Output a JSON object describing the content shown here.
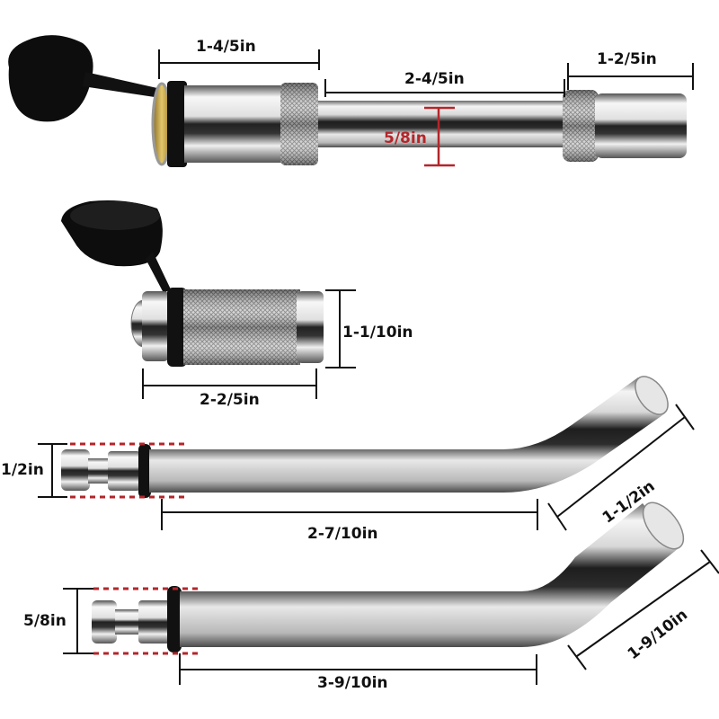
{
  "diagram": {
    "subject": "Hitch pin lock set dimensions",
    "items": [
      {
        "id": "receiver-lock",
        "dimensions": {
          "lock_body_length": "1-4/5in",
          "pin_length": "2-4/5in",
          "end_cap_length": "1-2/5in",
          "pin_diameter": "5/8in"
        }
      },
      {
        "id": "barrel-lock",
        "dimensions": {
          "diameter": "1-1/10in",
          "length": "2-2/5in"
        }
      },
      {
        "id": "bent-pin-small",
        "dimensions": {
          "diameter": "1/2in",
          "straight_length": "2-7/10in",
          "bent_length": "1-1/2in"
        }
      },
      {
        "id": "bent-pin-large",
        "dimensions": {
          "diameter": "5/8in",
          "straight_length": "3-9/10in",
          "bent_length": "1-9/10in"
        }
      }
    ]
  },
  "colors": {
    "dimension_line": "#111111",
    "highlight_red": "#b3262a",
    "chrome_light": "#f2f2f2",
    "chrome_dark": "#1a1a1a",
    "rubber_cap": "#0d0d0d",
    "brass": "#c9a64a"
  }
}
